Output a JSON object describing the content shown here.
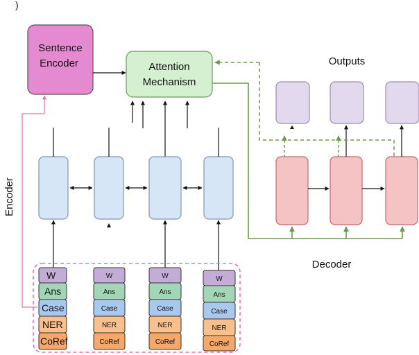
{
  "fragment": ")",
  "labels": {
    "encoder": "Encoder",
    "decoder": "Decoder",
    "outputs": "Outputs"
  },
  "sentence_encoder": {
    "line1": "Sentence",
    "line2": "Encoder"
  },
  "attention": {
    "line1": "Attention",
    "line2": "Mechanism"
  },
  "feature_columns": [
    {
      "w": "W",
      "ans": "Ans",
      "case": "Case",
      "ner": "NER",
      "coref": "CoRef"
    },
    {
      "w": "W",
      "ans": "Ans",
      "case": "Case",
      "ner": "NER",
      "coref": "CoRef"
    },
    {
      "w": "W",
      "ans": "Ans",
      "case": "Case",
      "ner": "NER",
      "coref": "CoRef"
    },
    {
      "w": "W",
      "ans": "Ans",
      "case": "Case",
      "ner": "NER",
      "coref": "CoRef"
    }
  ],
  "colors": {
    "sentence_encoder_fill": "#e58ad0",
    "attention_fill": "#d4f0d0",
    "attention_stroke": "#6a9a5a",
    "encoder_cell_fill": "#d6e6f7",
    "encoder_cell_stroke": "#7d96b4",
    "decoder_cell_fill": "#f5c3c3",
    "decoder_cell_stroke": "#c06a6a",
    "output_fill": "#e3d9ee",
    "output_stroke": "#9b8bb0",
    "green_line": "#6b9a4a",
    "pink_line": "#f06fa8",
    "feature_w": "#c3acd6",
    "feature_ans": "#a3d6b6",
    "feature_case": "#a9c8ee",
    "feature_ner": "#f9bf8c",
    "feature_coref": "#f5a86a"
  },
  "icons": {
    "arrowhead": "arrowhead-icon"
  }
}
